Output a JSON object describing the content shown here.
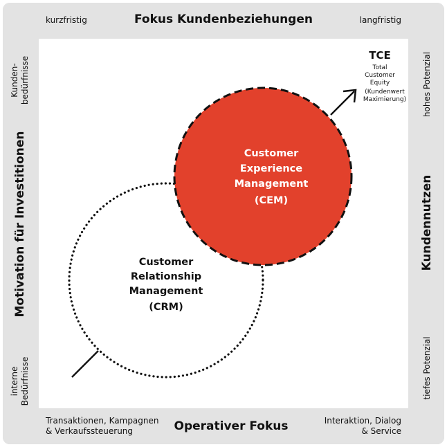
{
  "top": {
    "left": "kurzfristig",
    "title": "Fokus Kundenbeziehungen",
    "right": "langfristig"
  },
  "bottom": {
    "left_lines": [
      "Transaktionen, Kampagnen",
      "& Verkaufssteuerung"
    ],
    "title": "Operativer Fokus",
    "right_lines": [
      "Interaktion, Dialog",
      "& Service"
    ]
  },
  "left_axis": {
    "title": "Motivation für Investitionen",
    "top_lines": [
      "Kunden-",
      "bedürfnisse"
    ],
    "bottom_lines": [
      "interne",
      "Bedürfnisse"
    ]
  },
  "right_axis": {
    "title": "Kundennutzen",
    "top": "hohes Potenzial",
    "bottom": "tiefes Potenzial"
  },
  "tce": {
    "title": "TCE",
    "lines": [
      "Total",
      "Customer",
      "Equity",
      "(Kundenwert",
      "Maximierung)"
    ]
  },
  "cem": {
    "lines": [
      "Customer",
      "Experience",
      "Management",
      "(CEM)"
    ],
    "fill": "#e2412c"
  },
  "crm": {
    "lines": [
      "Customer",
      "Relationship",
      "Management",
      "(CRM)"
    ]
  }
}
